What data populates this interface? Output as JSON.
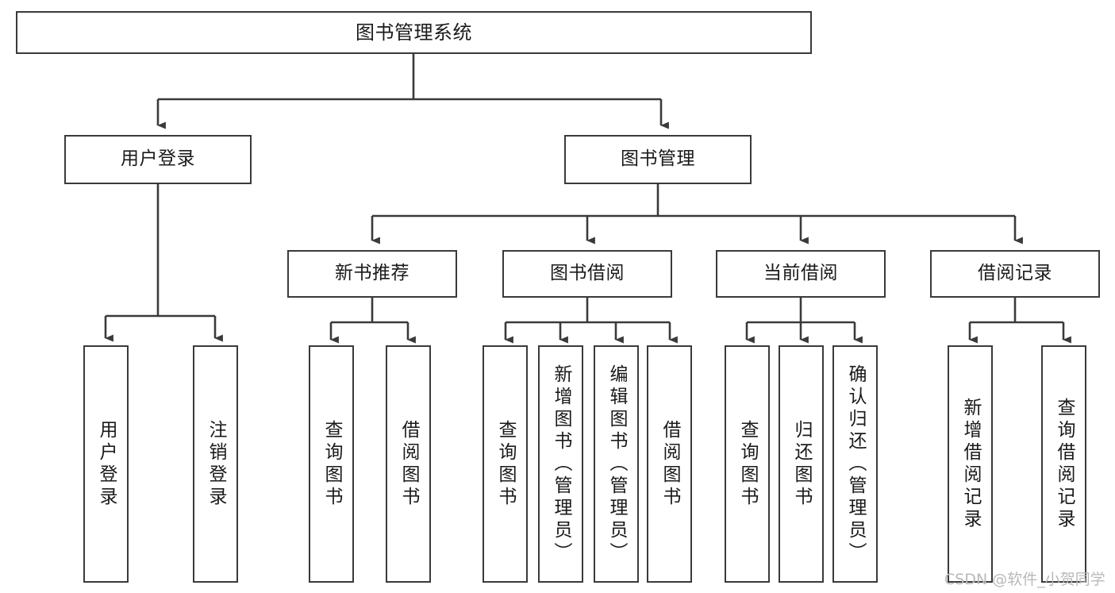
{
  "diagram": {
    "title": "图书管理系统",
    "type": "tree-hierarchy",
    "line_color": "#3a3a3a",
    "box_fill": "#ffffff",
    "text_color": "#1a1a1a"
  },
  "nodes": {
    "root": {
      "label": "图书管理系统"
    },
    "level2": [
      {
        "label": "用户登录"
      },
      {
        "label": "图书管理"
      }
    ],
    "level3": [
      {
        "label": "新书推荐"
      },
      {
        "label": "图书借阅"
      },
      {
        "label": "当前借阅"
      },
      {
        "label": "借阅记录"
      }
    ],
    "leaves": {
      "user_login": [
        {
          "label": "用户登录"
        },
        {
          "label": "注销登录"
        }
      ],
      "new_book_recommend": [
        {
          "label": "查询图书"
        },
        {
          "label": "借阅图书"
        }
      ],
      "book_borrow": [
        {
          "label": "查询图书"
        },
        {
          "label": "新增图书（管理员）"
        },
        {
          "label": "编辑图书（管理员）"
        },
        {
          "label": "借阅图书"
        }
      ],
      "current_borrow": [
        {
          "label": "查询图书"
        },
        {
          "label": "归还图书"
        },
        {
          "label": "确认归还（管理员）"
        }
      ],
      "borrow_record": [
        {
          "label": "新增借阅记录"
        },
        {
          "label": "查询借阅记录"
        }
      ]
    }
  },
  "watermark": {
    "text": "CSDN @软件_小贺同学"
  }
}
